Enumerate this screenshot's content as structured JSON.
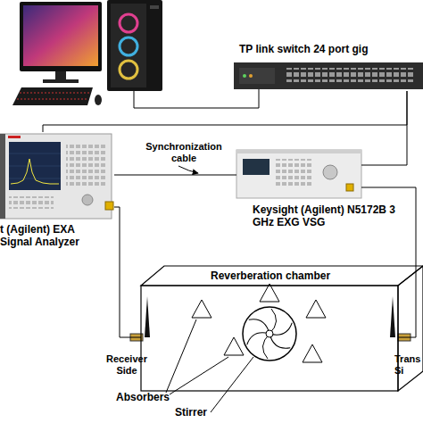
{
  "diagram": {
    "nodes": [
      {
        "text": [
          "TP link switch 24 port gig"
        ]
      },
      {
        "text": [
          "t (Agilent) EXA Signal Analyzer"
        ]
      },
      {
        "text": [
          "Keysight (Agilent) N5172B 3 GHz EXG VSG"
        ]
      },
      {
        "text": [
          "Reverberation chamber"
        ]
      }
    ],
    "edges": [
      {
        "from": 1,
        "to": 2,
        "label": "Synchronization cable",
        "arrow": "none"
      },
      {
        "from": 1,
        "to": 0,
        "arrow": "none"
      },
      {
        "from": 2,
        "to": 0,
        "arrow": "none"
      },
      {
        "from": 1,
        "to": 3,
        "arrow": "none"
      },
      {
        "from": 2,
        "to": 3,
        "arrow": "none"
      }
    ],
    "labels": [
      "Receiver Side",
      "Trans Si",
      "Absorbers",
      "Stirrer"
    ]
  }
}
